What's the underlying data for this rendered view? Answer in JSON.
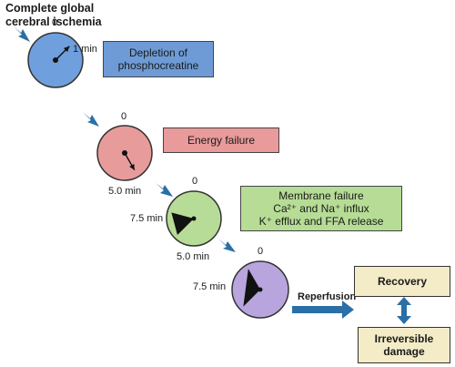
{
  "title_lines": [
    "Complete global",
    "cerebral ischemia"
  ],
  "boxes": {
    "depletion_lines": [
      "Depletion of",
      "phosphocreatine"
    ],
    "energy_failure": "Energy failure",
    "membrane_lines": [
      "Membrane failure",
      "Ca²⁺ and Na⁺ influx",
      "K⁺ efflux and FFA release"
    ],
    "recovery": "Recovery",
    "irreversible_lines": [
      "Irreversible",
      "damage"
    ]
  },
  "clocks": [
    {
      "color": "#6f9fdc",
      "zero": "0",
      "time_label": "1 min",
      "hand_minutes": 1.5
    },
    {
      "color": "#e89b9b",
      "zero": "0",
      "time_label": "5.0 min",
      "hand_minutes": 5.0
    },
    {
      "color": "#b7dc97",
      "zero": "0",
      "time_label_left": "7.5 min",
      "time_label_bottom": "5.0 min",
      "sector_from_minutes": 7.5,
      "sector_to_minutes": 9.5
    },
    {
      "color": "#b8a5dd",
      "zero": "0",
      "time_label_left": "7.5 min",
      "sector_from_minutes": 7.5,
      "sector_to_minutes": 11
    }
  ],
  "reperfusion": "Reperfusion",
  "colors": {
    "arrow": "#2a6fa6",
    "outline": "#333333"
  }
}
